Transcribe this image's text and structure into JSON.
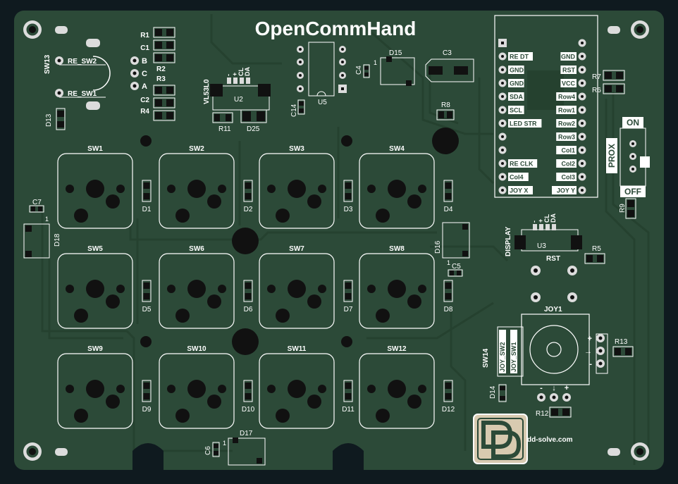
{
  "board": {
    "title": "OpenCommHand",
    "brand": "dd-solve.com",
    "colors": {
      "background": "#0f1a1f",
      "pcb": "#2c4a38",
      "trace": "#25412f",
      "silk": "#ffffff",
      "pad": "#dcdcdc",
      "copper_pad": "#111111",
      "mask": "#1d3326"
    }
  },
  "switches": [
    {
      "label": "SW1",
      "diode": "D1"
    },
    {
      "label": "SW2",
      "diode": "D2"
    },
    {
      "label": "SW3",
      "diode": "D3"
    },
    {
      "label": "SW4",
      "diode": "D4"
    },
    {
      "label": "SW5",
      "diode": "D5"
    },
    {
      "label": "SW6",
      "diode": "D6"
    },
    {
      "label": "SW7",
      "diode": "D7"
    },
    {
      "label": "SW8",
      "diode": "D8"
    },
    {
      "label": "SW9",
      "diode": "D9"
    },
    {
      "label": "SW10",
      "diode": "D10"
    },
    {
      "label": "SW11",
      "diode": "D11"
    },
    {
      "label": "SW12",
      "diode": "D12"
    }
  ],
  "encoder": {
    "ref": "SW13",
    "pin_labels": [
      "RE_SW2",
      "RE_SW1"
    ],
    "pins": [
      "B",
      "C",
      "A"
    ]
  },
  "resistors_left": [
    "R1",
    "C1",
    "R2",
    "R3",
    "C2",
    "R4"
  ],
  "sensor": {
    "ref": "VL53L0",
    "part": "U2",
    "pins": [
      "-",
      "+",
      "CL",
      "DA"
    ],
    "r": "R11",
    "d": "D25"
  },
  "chip_u5": {
    "ref": "U5",
    "cap": "C14"
  },
  "mcu": {
    "left_pins": [
      "",
      "RE DT",
      "GND",
      "GND",
      "SDA",
      "SCL",
      "LED STR",
      "",
      "",
      "RE CLK",
      "Col4",
      "JOY X"
    ],
    "right_pins": [
      "",
      "GND",
      "RST",
      "VCC",
      "Row4",
      "Row1",
      "Row2",
      "Row3",
      "Col1",
      "Col2",
      "Col3",
      "JOY Y"
    ]
  },
  "prox": {
    "label": "PROX",
    "on": "ON",
    "off": "OFF",
    "r": "R9"
  },
  "display": {
    "label": "DISPLAY",
    "part": "U3",
    "pins": [
      "-",
      "+",
      "CL",
      "DA"
    ],
    "rst": "RST",
    "r": "R5"
  },
  "joystick": {
    "ref": "JOY1",
    "sw": "SW14",
    "sw_labels": [
      "JOY_SW2",
      "JOY_SW1"
    ],
    "pins_right": [
      "+",
      "→",
      "-"
    ],
    "pins_bottom": [
      "-",
      "↓",
      "+"
    ],
    "r12": "R12",
    "r13": "R13",
    "d14": "D14"
  },
  "misc": {
    "d13": "D13",
    "c7": "C7",
    "d18": "D18",
    "d16": "D16",
    "c5": "C5",
    "d15": "D15",
    "c3": "C3",
    "c4": "C4",
    "r7": "R7",
    "r6": "R6",
    "r8": "R8",
    "d17": "D17",
    "c6": "C6",
    "one": "1"
  }
}
